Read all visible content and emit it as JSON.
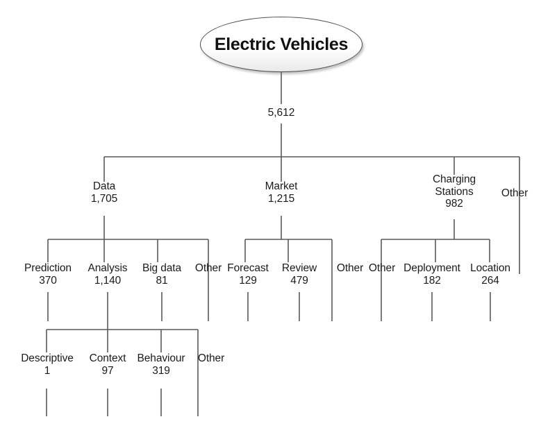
{
  "diagram": {
    "type": "hierarchy-tree",
    "title": "Electric Vehicles research topic tree",
    "root": {
      "label": "Electric Vehicles",
      "value": "5,612"
    },
    "level2": [
      {
        "label": "Data",
        "value": "1,705"
      },
      {
        "label": "Market",
        "value": "1,215"
      },
      {
        "label": "Charging Stations",
        "label_line1": "Charging",
        "label_line2": "Stations",
        "value": "982"
      },
      {
        "label": "Other",
        "value": ""
      }
    ],
    "level3_data": [
      {
        "label": "Prediction",
        "value": "370"
      },
      {
        "label": "Analysis",
        "value": "1,140"
      },
      {
        "label": "Big data",
        "value": "81"
      },
      {
        "label": "Other",
        "value": ""
      }
    ],
    "level3_market": [
      {
        "label": "Forecast",
        "value": "129"
      },
      {
        "label": "Review",
        "value": "479"
      },
      {
        "label": "Other",
        "value": ""
      }
    ],
    "level3_charging": [
      {
        "label": "Other",
        "value": ""
      },
      {
        "label": "Deployment",
        "value": "182"
      },
      {
        "label": "Location",
        "value": "264"
      }
    ],
    "level4_analysis": [
      {
        "label": "Descriptive",
        "value": "1"
      },
      {
        "label": "Context",
        "value": "97"
      },
      {
        "label": "Behaviour",
        "value": "319"
      },
      {
        "label": "Other",
        "value": ""
      }
    ],
    "colors": {
      "line": "#595959",
      "text": "#1a1a1a",
      "ellipse_border": "#4a4a4a",
      "background": "#ffffff"
    }
  }
}
